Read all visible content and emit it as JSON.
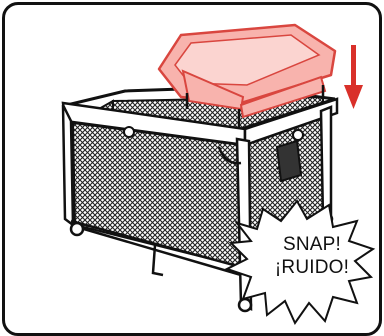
{
  "callout": {
    "line1": "SNAP!",
    "line2": "¡RUIDO!"
  },
  "colors": {
    "bassinet_fill": "#f8b3ad",
    "bassinet_stroke": "#d9463f",
    "arrow": "#d9302a",
    "frame_outline": "#111111",
    "mesh": "#222222"
  },
  "icons": {
    "arrow": "down-arrow-icon",
    "burst": "starburst-callout"
  }
}
